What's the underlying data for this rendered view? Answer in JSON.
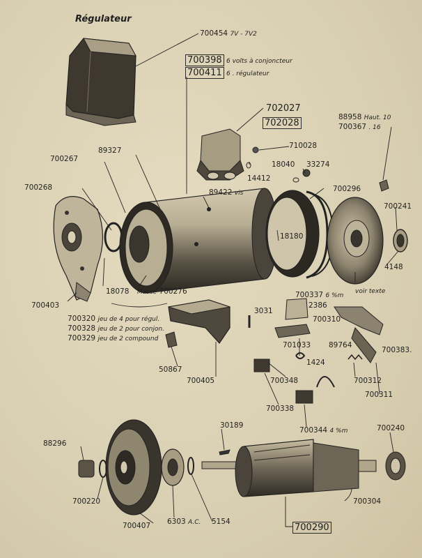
{
  "title": "Régulateur",
  "labels": {
    "p700454": "700454",
    "p700454_note": "7V - 7V2",
    "p700398": "700398",
    "p700398_note": "6 volts à conjoncteur",
    "p700411": "700411",
    "p700411_note": "6    .     régulateur",
    "p702027": "702027",
    "p702028": "702028",
    "p710028": "710028",
    "p88958": "88958",
    "p88958_note": "Haut. 10",
    "p700367": "700367",
    "p700367_note": ".   16",
    "p700267": "700267",
    "p89327": "89327",
    "p14412": "14412",
    "p18040": "18040",
    "p33274": "33274",
    "p700268": "700268",
    "p89422": "89422",
    "p89422_note": "vis",
    "p700296": "700296",
    "p700241": "700241",
    "p18180": "18180",
    "p4148": "4148",
    "p18078": "18078",
    "p700403": "700403",
    "masse": "Masse",
    "p700276": "700276",
    "voir_texte": "voir texte",
    "p700337": "700337",
    "p700337_note": "6 %m",
    "p2386": "2386",
    "p700320": "700320",
    "p700320_note": "jeu de 4 pour régul.",
    "p700328": "700328",
    "p700328_note": "jeu de 2 pour conjon.",
    "p700329": "700329",
    "p700329_note": "jeu de 2 compound",
    "p3031": "3031",
    "p700310": "700310",
    "p701033": "701033",
    "p89764": "89764",
    "p700383": "700383.",
    "p1424": "1424",
    "p50867": "50867",
    "p700405": "700405",
    "p700348": "700348",
    "p700312": "700312",
    "p700311": "700311",
    "p700338": "700338",
    "p700344": "700344",
    "p700344_note": "4 %m",
    "p30189": "30189",
    "p700240": "700240",
    "p88296": "88296",
    "p700220": "700220",
    "p700304": "700304",
    "p700407": "700407",
    "p6303": "6303",
    "p6303_note": "A.C.",
    "p5154": "5154",
    "p700290": "700290"
  },
  "colors": {
    "paper": "#d9cfb2",
    "ink": "#1f1f1f",
    "metal_dark": "#3a352c",
    "metal_mid": "#8c8370",
    "metal_light": "#c9bfa4"
  }
}
